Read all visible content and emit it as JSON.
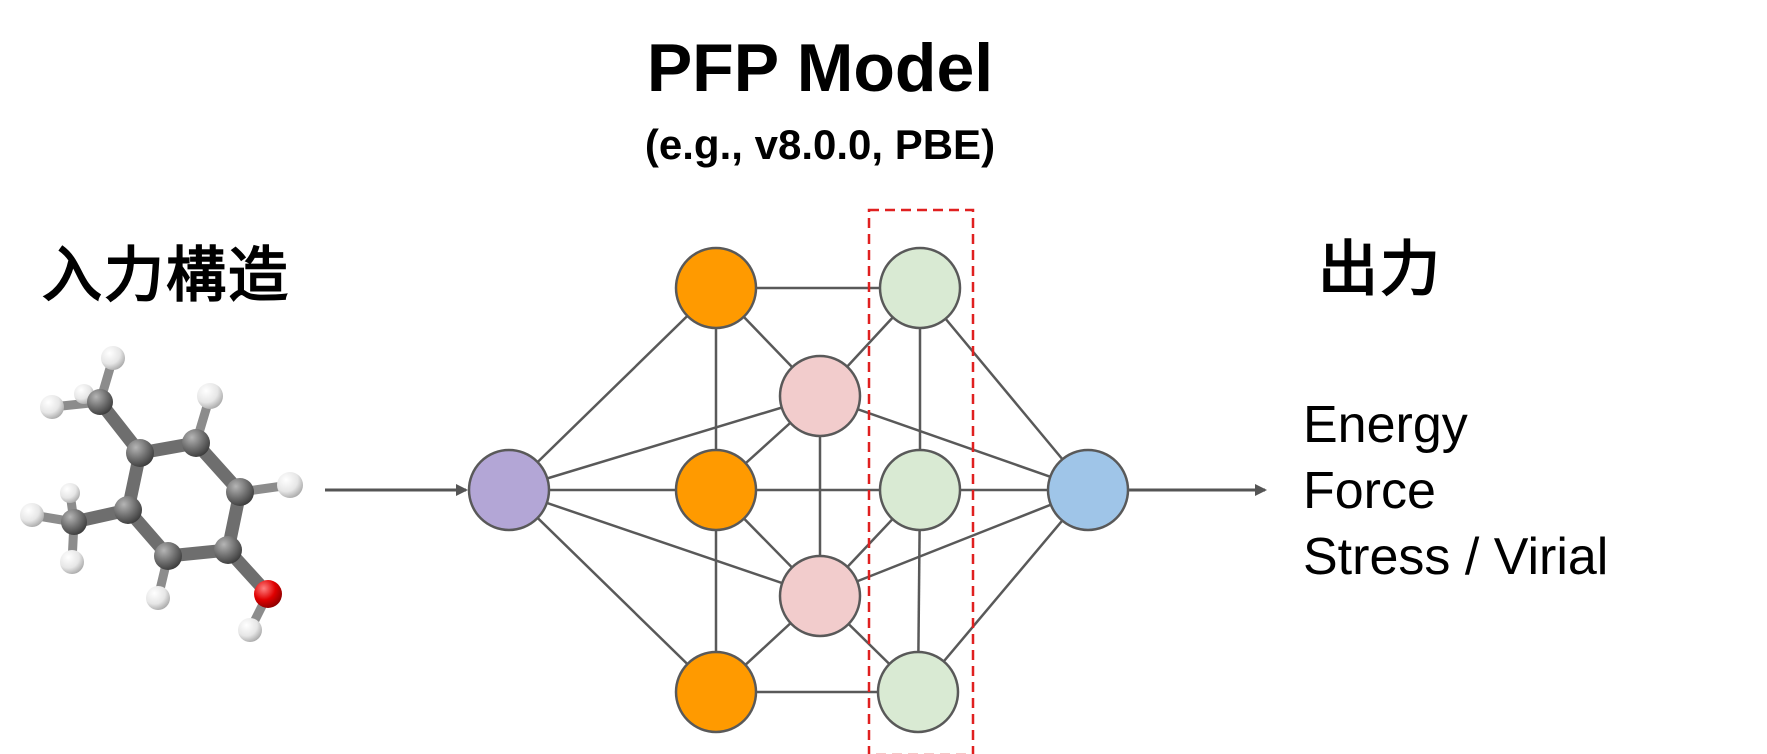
{
  "header": {
    "title": "PFP Model",
    "subtitle": "(e.g., v8.0.0, PBE)"
  },
  "input": {
    "label": "入力構造",
    "molecule_icon": "molecule-3d-icon"
  },
  "output": {
    "label": "出力",
    "items": [
      "Energy",
      "Force",
      "Stress / Virial"
    ]
  },
  "network": {
    "node_colors": {
      "input": "#B3A6D6",
      "layer1": "#FF9A00",
      "layer2": "#F2CCCC",
      "layer3": "#D9EAD3",
      "output": "#9FC5E8"
    },
    "edge_color": "#595959",
    "highlight_color": "#E02020"
  }
}
